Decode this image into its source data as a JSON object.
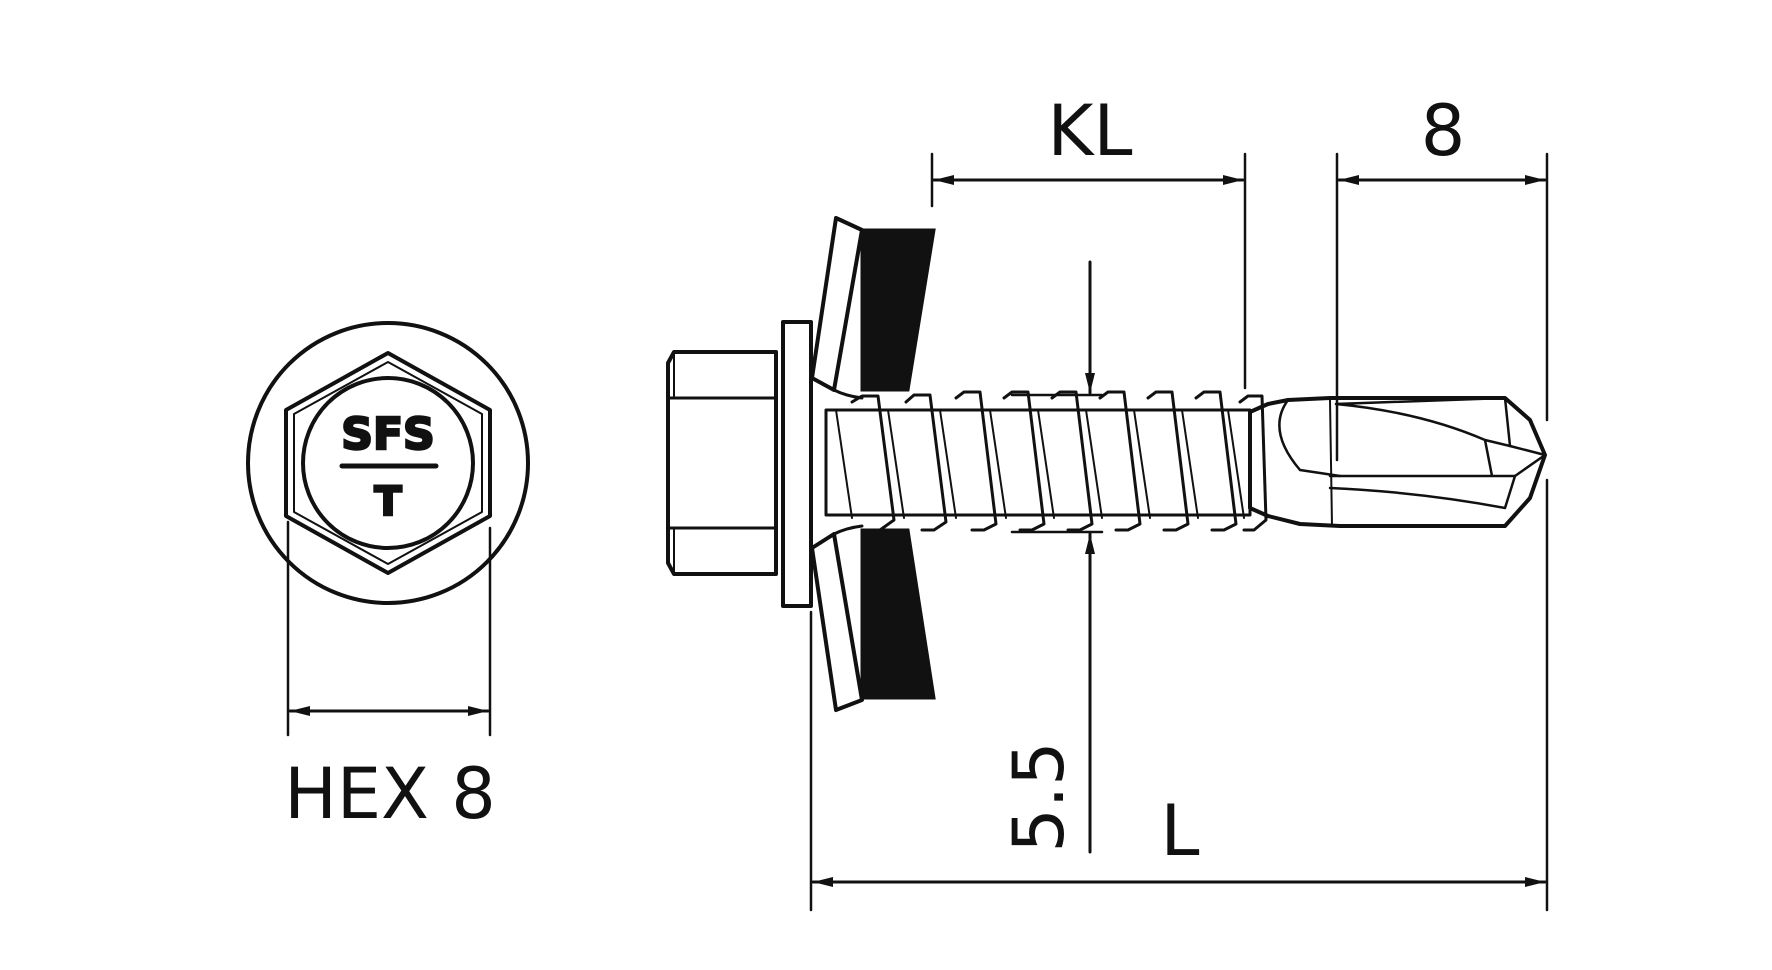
{
  "dimensions": {
    "hex_label": "HEX 8",
    "kl_label": "KL",
    "tip_label": "8",
    "diameter_label": "5.5",
    "length_label": "L"
  },
  "head_marking": {
    "top": "SFS",
    "bottom": "T"
  },
  "colors": {
    "line": "#111111",
    "background": "#ffffff",
    "washer_seal": "#111111"
  }
}
